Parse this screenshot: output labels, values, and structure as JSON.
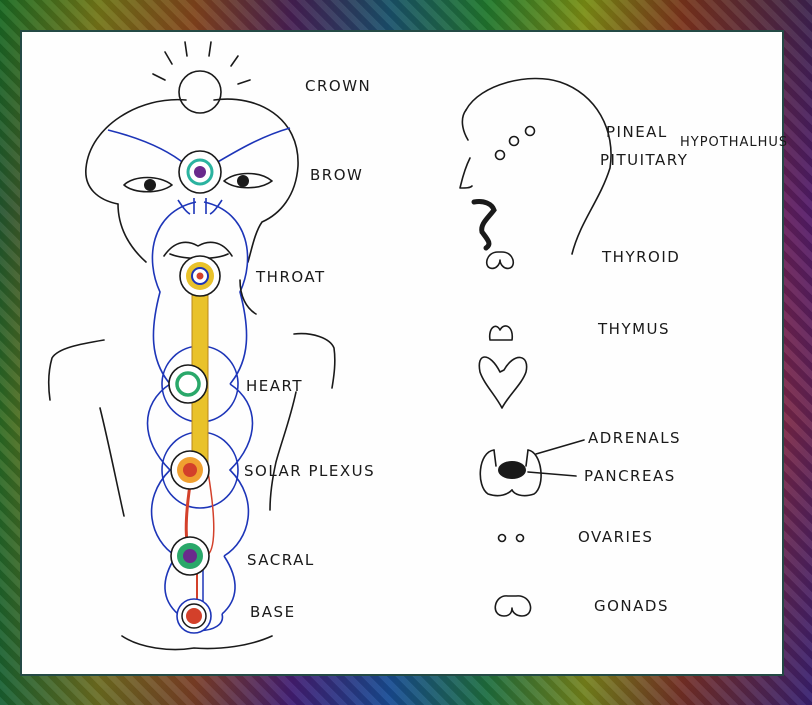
{
  "chakras": {
    "crown": "CROWN",
    "brow": "BROW",
    "throat": "THROAT",
    "heart": "HEART",
    "solar_plexus": "SOLAR PLEXUS",
    "sacral": "SACRAL",
    "base": "BASE"
  },
  "glands": {
    "pineal": "PINEAL",
    "hypothalamus": "HYPOTHALHUS",
    "pituitary": "PITUITARY",
    "thyroid": "THYROID",
    "thymus": "THYMUS",
    "adrenals": "ADRENALS",
    "pancreas": "PANCREAS",
    "ovaries": "OVARIES",
    "gonads": "GONADS"
  },
  "colors": {
    "channel": "#e9c22a",
    "channel_lower": "#d3402a",
    "aura": "#1d35b8",
    "brow": "#2bb3a0",
    "heart": "#2aa86a",
    "solar": "#f0a030",
    "sacral": "#2aa86a",
    "base": "#d3402a",
    "throat": "#e9c22a"
  }
}
